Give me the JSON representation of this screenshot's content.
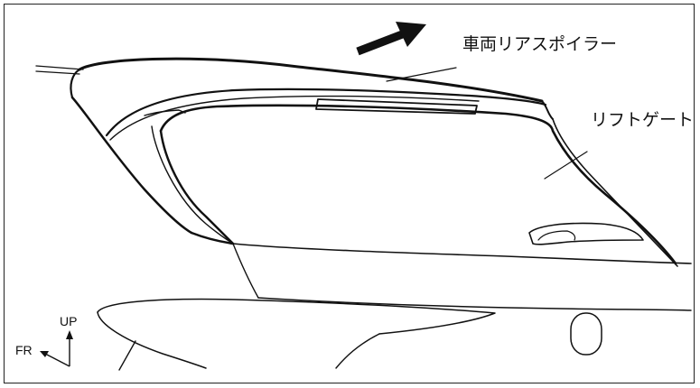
{
  "labels": {
    "spoiler": "車両リアスポイラー",
    "liftgate": "リフトゲート"
  },
  "orientation": {
    "up": "UP",
    "front": "FR"
  },
  "colors": {
    "line": "#111111",
    "background": "#ffffff"
  }
}
